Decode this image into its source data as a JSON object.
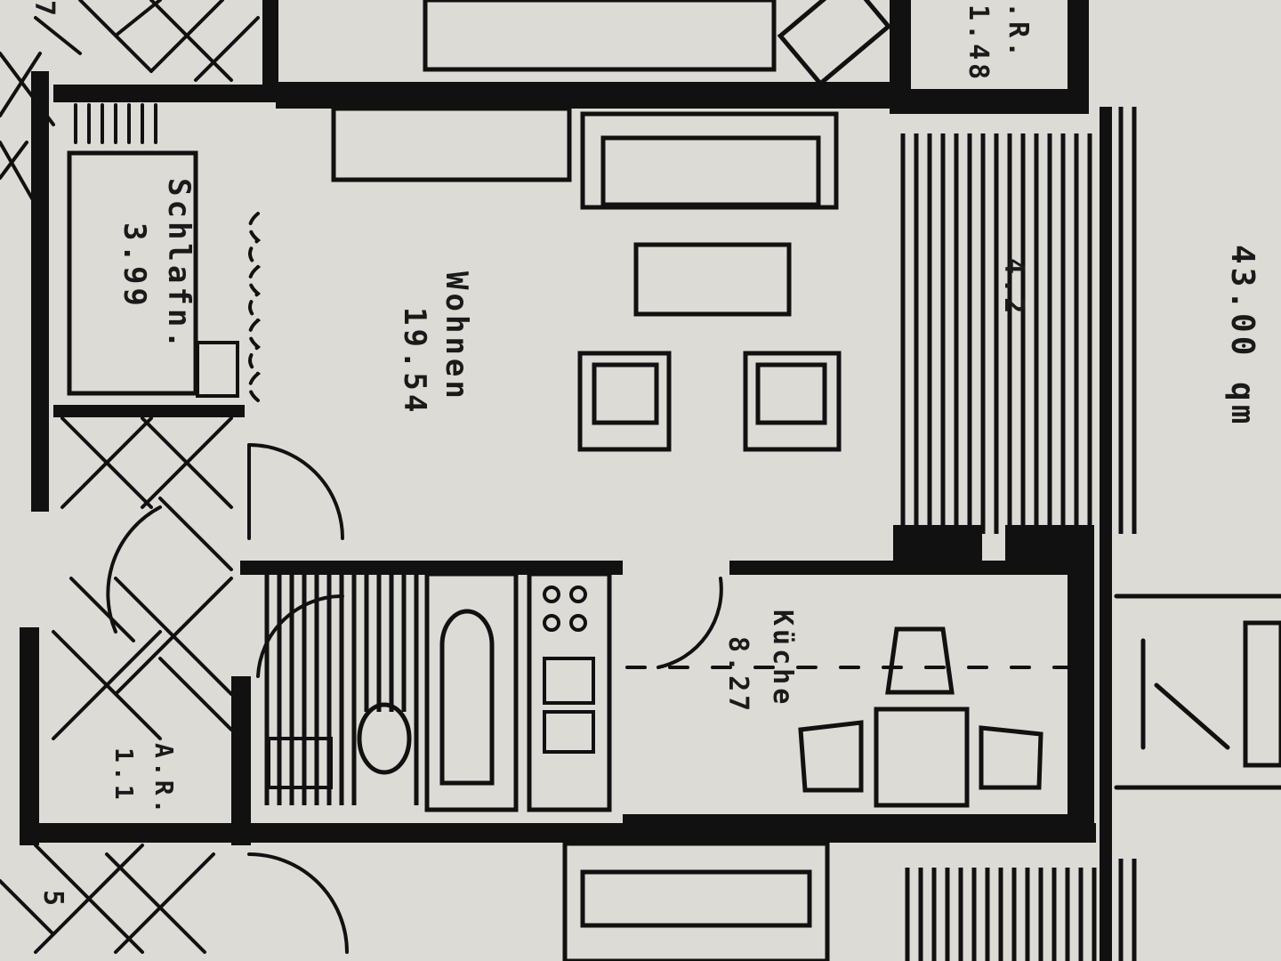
{
  "colors": {
    "paper": "#dcdbd5",
    "ink": "#111111"
  },
  "rooms": {
    "schlafen": {
      "name": "Schlafn.",
      "area": "3.99"
    },
    "wohnen": {
      "name": "Wohnen",
      "area": "19.54"
    },
    "kueche": {
      "name": "Küche",
      "area": "8.27"
    },
    "abstellraum": {
      "name": "A.R.",
      "area": "1.1"
    },
    "vorraum": {
      "name": "V.R.",
      "area": "1.48"
    },
    "balkon": {
      "name": "",
      "area": "4.2"
    }
  },
  "total_area": "43.00 qm",
  "partial_labels": {
    "top_left": "7",
    "bottom_left": "5"
  }
}
